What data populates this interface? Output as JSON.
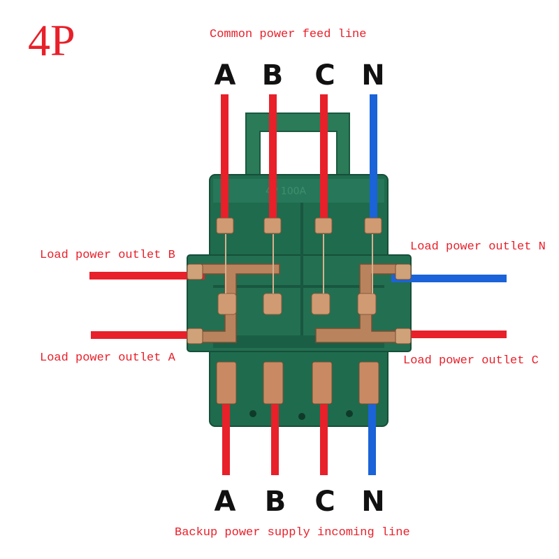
{
  "title": "4P",
  "captions": {
    "top": "Common power feed line",
    "bottom": "Backup power supply incoming line",
    "outlet_b": "Load power outlet B",
    "outlet_a": "Load power outlet A",
    "outlet_n": "Load power outlet N",
    "outlet_c": "Load power outlet C"
  },
  "top_phases": [
    "A",
    "B",
    "C",
    "N"
  ],
  "bottom_phases": [
    "A",
    "B",
    "C",
    "N"
  ],
  "device_marking": "4P 100A",
  "colors": {
    "live_wire": "#e8202a",
    "neutral_wire": "#1a63d8",
    "housing": "#1f6b4e",
    "copper": "#c98a63",
    "text_red": "#e8202a"
  }
}
